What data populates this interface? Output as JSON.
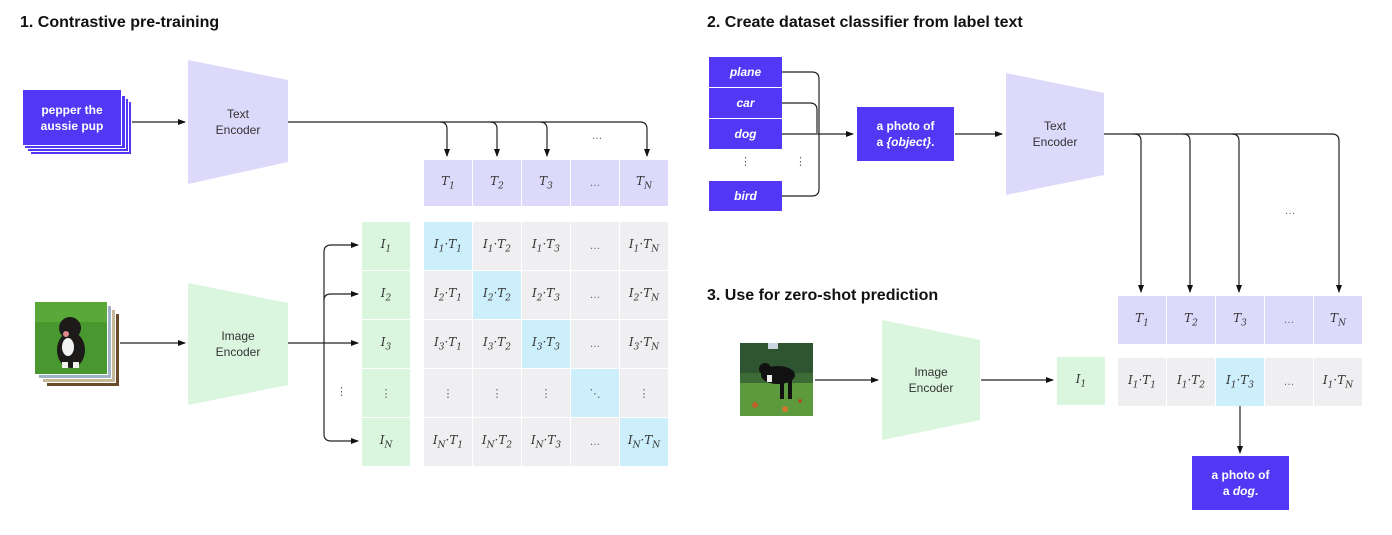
{
  "panel1": {
    "title": "1. Contrastive pre-training",
    "text_input": {
      "line1": "pepper the",
      "line2": "aussie pup"
    },
    "image_input": {
      "icon": "puppy-photo-stack"
    },
    "text_encoder": {
      "line1": "Text",
      "line2": "Encoder"
    },
    "image_encoder": {
      "line1": "Image",
      "line2": "Encoder"
    },
    "text_embeddings": [
      "T1",
      "T2",
      "T3",
      "...",
      "TN"
    ],
    "text_embeddings_display": [
      {
        "base": "T",
        "sub": "1"
      },
      {
        "base": "T",
        "sub": "2"
      },
      {
        "base": "T",
        "sub": "3"
      },
      {
        "base": "…",
        "sub": ""
      },
      {
        "base": "T",
        "sub": "N"
      }
    ],
    "image_embeddings_display": [
      {
        "base": "I",
        "sub": "1"
      },
      {
        "base": "I",
        "sub": "2"
      },
      {
        "base": "I",
        "sub": "3"
      },
      {
        "base": "⋮",
        "sub": ""
      },
      {
        "base": "I",
        "sub": "N"
      }
    ],
    "ellipsis_above_tn": "…",
    "vertical_ellipsis": "⋮",
    "matrix": [
      [
        "I1·T1",
        "I1·T2",
        "I1·T3",
        "...",
        "I1·TN"
      ],
      [
        "I2·T1",
        "I2·T2",
        "I2·T3",
        "...",
        "I2·TN"
      ],
      [
        "I3·T1",
        "I3·T2",
        "I3·T3",
        "...",
        "I3·TN"
      ],
      [
        "⋮",
        "⋮",
        "⋮",
        "⋱",
        "⋮"
      ],
      [
        "IN·T1",
        "IN·T2",
        "IN·T3",
        "...",
        "IN·TN"
      ]
    ],
    "matrix_highlight_diagonal": true
  },
  "panel2": {
    "title": "2. Create dataset classifier from label text",
    "labels": [
      "plane",
      "car",
      "dog",
      "bird"
    ],
    "label_ellipsis": "⋮",
    "template": {
      "line1": "a photo of",
      "line2_prefix": "a ",
      "line2_italic": "{object}",
      "line2_suffix": "."
    },
    "text_encoder": {
      "line1": "Text",
      "line2": "Encoder"
    },
    "ellipsis": "…"
  },
  "panel3": {
    "title": "3. Use for zero-shot prediction",
    "image_input": {
      "icon": "dog-photo"
    },
    "image_encoder": {
      "line1": "Image",
      "line2": "Encoder"
    },
    "image_embedding": {
      "base": "I",
      "sub": "1"
    },
    "text_embeddings_display": [
      {
        "base": "T",
        "sub": "1"
      },
      {
        "base": "T",
        "sub": "2"
      },
      {
        "base": "T",
        "sub": "3"
      },
      {
        "base": "…",
        "sub": ""
      },
      {
        "base": "T",
        "sub": "N"
      }
    ],
    "scores": [
      "I1·T1",
      "I1·T2",
      "I1·T3",
      "...",
      "I1·TN"
    ],
    "highlight_index": 2,
    "prediction": {
      "line1": "a photo of",
      "line2_prefix": "a ",
      "line2_italic": "dog",
      "line2_suffix": "."
    }
  },
  "colors": {
    "label_purple": "#5237f5",
    "text_embed": "#dcd9fb",
    "image_embed": "#dbf6df",
    "matrix_gray": "#efeff1",
    "matrix_highlight": "#cdeffb"
  }
}
